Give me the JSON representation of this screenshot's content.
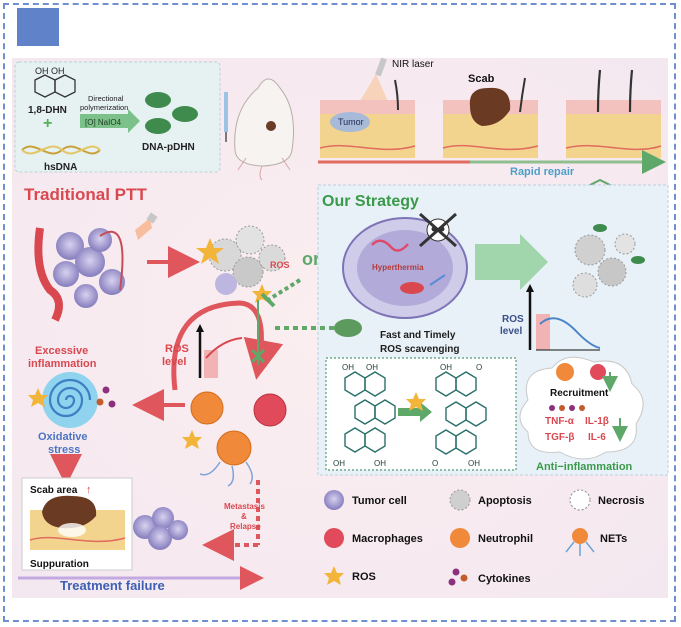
{
  "synthesis": {
    "monomer": "1,8-DHN",
    "monomer_oh": "OH OH",
    "template": "hsDNA",
    "step_line1": "Directional",
    "step_line2": "polymerization",
    "reagent": "[O] NaIO4",
    "product": "DNA-pDHN"
  },
  "treatment": {
    "laser": "NIR laser",
    "tumor": "Tumor",
    "scab": "Scab",
    "repair": "Rapid repair"
  },
  "traditional": {
    "title": "Traditional PTT",
    "ros": "ROS",
    "or": "or",
    "ros_level_1": "ROS",
    "ros_level_2": "level",
    "excessive_1": "Excessive",
    "excessive_2": "inflammation",
    "oxidative_1": "Oxidative",
    "oxidative_2": "stress",
    "scab_area": "Scab area",
    "suppuration": "Suppuration",
    "metastasis_1": "Metastasis",
    "metastasis_2": "&",
    "metastasis_3": "Relapse",
    "failure": "Treatment failure"
  },
  "strategy": {
    "title": "Our Strategy",
    "hyperthermia": "Hyperthermia",
    "fast_1": "Fast and Timely",
    "fast_2": "ROS scavenging",
    "ros_level_1": "ROS",
    "ros_level_2": "level",
    "recruitment": "Recruitment",
    "tnf": "TNF-α",
    "il1": "IL-1β",
    "tgf": "TGF-β",
    "il6": "IL-6",
    "anti": "Anti−inflammation",
    "oh": "OH",
    "o": "O"
  },
  "legend": [
    {
      "label": "Tumor cell"
    },
    {
      "label": "Apoptosis"
    },
    {
      "label": "Necrosis"
    },
    {
      "label": "Macrophages"
    },
    {
      "label": "Neutrophil"
    },
    {
      "label": "NETs"
    },
    {
      "label": "ROS"
    },
    {
      "label": "Cytokines"
    }
  ],
  "colors": {
    "red": "#d9484f",
    "green": "#5ea86a",
    "dark_green": "#2f7d3f",
    "blue_frame": "#6f8fd0",
    "purple": "#8a6fb5",
    "orange": "#f0883a"
  }
}
